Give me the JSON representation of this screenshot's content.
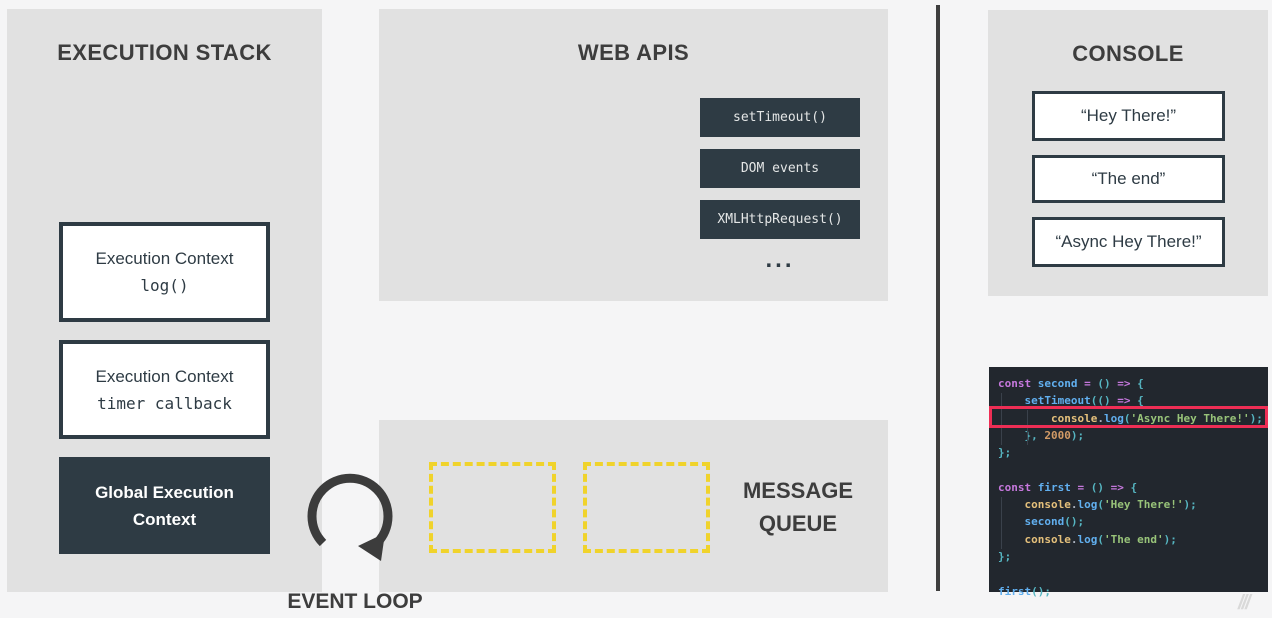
{
  "colors": {
    "panel_bg": "#e1e1e1",
    "dark_navy": "#2e3b44",
    "title_gray": "#3d3d3d",
    "queue_yellow": "#f0d32b",
    "highlight_red": "#ee2e55",
    "code_bg": "#22272e"
  },
  "execution_stack": {
    "title": "EXECUTION STACK",
    "frames": [
      {
        "line1": "Execution Context",
        "line2": "log()"
      },
      {
        "line1": "Execution Context",
        "line2": "timer callback"
      },
      {
        "line1": "Global Execution",
        "line2": "Context"
      }
    ]
  },
  "web_apis": {
    "title": "WEB APIS",
    "apis": [
      "setTimeout()",
      "DOM events",
      "XMLHttpRequest()"
    ],
    "ellipsis": "..."
  },
  "message_queue": {
    "title_line1": "MESSAGE",
    "title_line2": "QUEUE",
    "empty_slots": 2
  },
  "event_loop": {
    "label": "EVENT LOOP"
  },
  "console": {
    "title": "CONSOLE",
    "outputs": [
      "“Hey There!”",
      "“The end”",
      "“Async Hey There!”"
    ]
  },
  "code": {
    "highlighted_line_index": 2,
    "lines": [
      [
        [
          "kw",
          "const "
        ],
        [
          "fn",
          "second"
        ],
        [
          "kw",
          " = "
        ],
        [
          "pn",
          "()"
        ],
        [
          "kw",
          " => "
        ],
        [
          "pn",
          "{"
        ]
      ],
      [
        [
          "pl",
          "    "
        ],
        [
          "fn",
          "setTimeout"
        ],
        [
          "pn",
          "(()"
        ],
        [
          "kw",
          " => "
        ],
        [
          "pn",
          "{"
        ]
      ],
      [
        [
          "pl",
          "        "
        ],
        [
          "obj",
          "console"
        ],
        [
          "pl",
          "."
        ],
        [
          "fn",
          "log"
        ],
        [
          "pn",
          "("
        ],
        [
          "str",
          "'Async Hey There!'"
        ],
        [
          "pn",
          ");"
        ]
      ],
      [
        [
          "pl",
          "    "
        ],
        [
          "pn",
          "},"
        ],
        [
          "pl",
          " "
        ],
        [
          "num",
          "2000"
        ],
        [
          "pn",
          ");"
        ]
      ],
      [
        [
          "pn",
          "};"
        ]
      ],
      [],
      [
        [
          "kw",
          "const "
        ],
        [
          "fn",
          "first"
        ],
        [
          "kw",
          " = "
        ],
        [
          "pn",
          "()"
        ],
        [
          "kw",
          " => "
        ],
        [
          "pn",
          "{"
        ]
      ],
      [
        [
          "pl",
          "    "
        ],
        [
          "obj",
          "console"
        ],
        [
          "pl",
          "."
        ],
        [
          "fn",
          "log"
        ],
        [
          "pn",
          "("
        ],
        [
          "str",
          "'Hey There!'"
        ],
        [
          "pn",
          ");"
        ]
      ],
      [
        [
          "pl",
          "    "
        ],
        [
          "fn",
          "second"
        ],
        [
          "pn",
          "();"
        ]
      ],
      [
        [
          "pl",
          "    "
        ],
        [
          "obj",
          "console"
        ],
        [
          "pl",
          "."
        ],
        [
          "fn",
          "log"
        ],
        [
          "pn",
          "("
        ],
        [
          "str",
          "'The end'"
        ],
        [
          "pn",
          ");"
        ]
      ],
      [
        [
          "pn",
          "};"
        ]
      ],
      [],
      [
        [
          "fn",
          "first"
        ],
        [
          "pn",
          "();"
        ]
      ]
    ]
  },
  "watermark": {
    "mark": "///"
  }
}
